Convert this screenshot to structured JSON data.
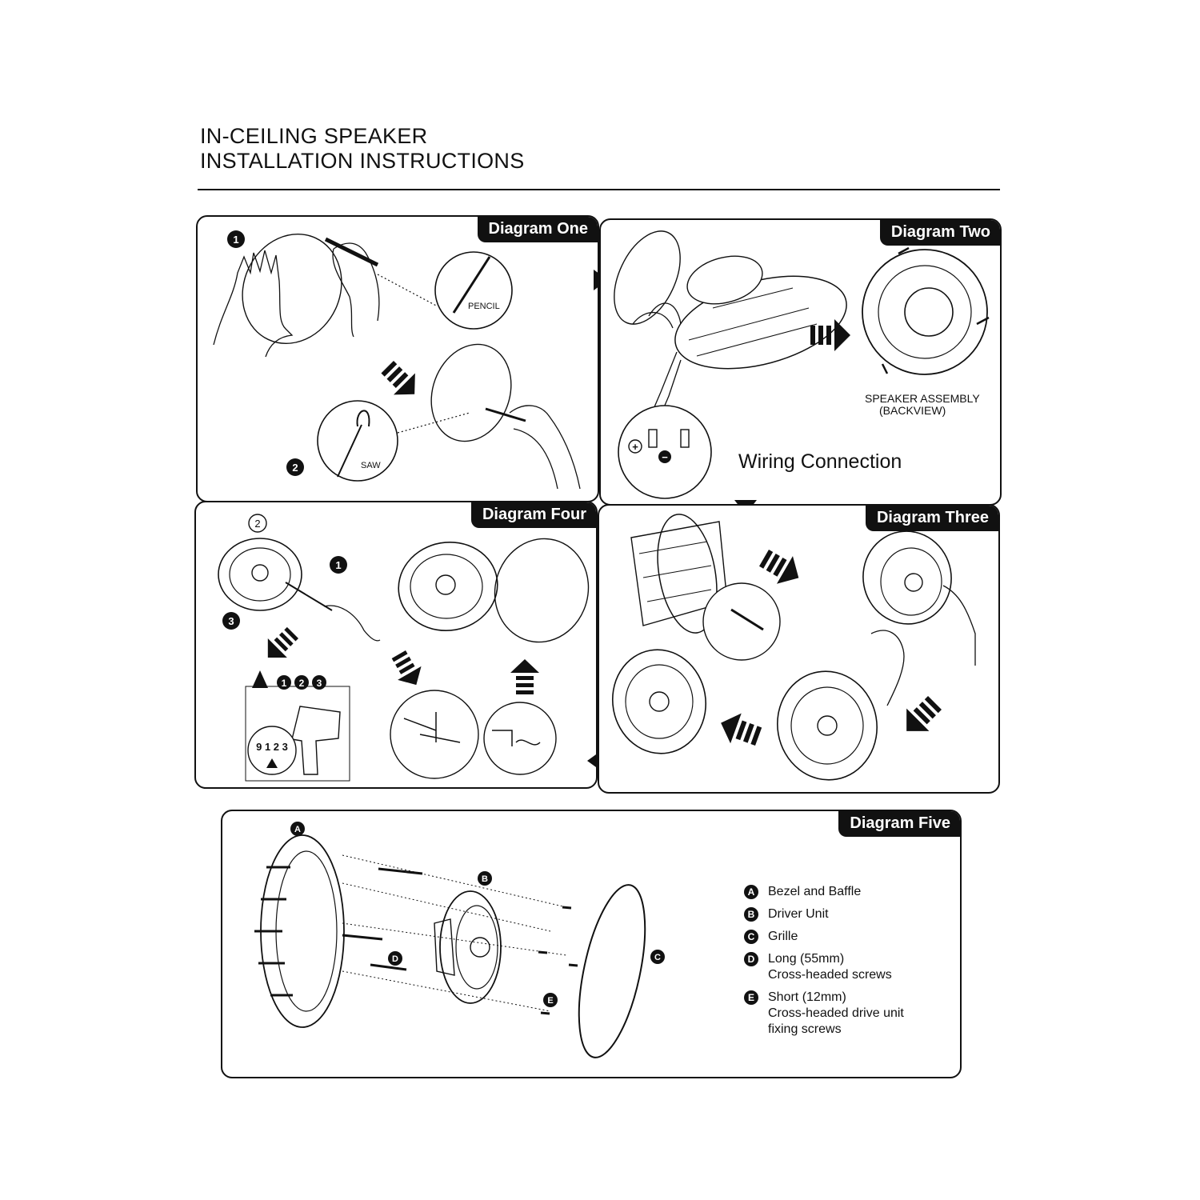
{
  "title": {
    "line1": "IN-CEILING SPEAKER",
    "line2": "INSTALLATION INSTRUCTIONS"
  },
  "diagram_one": {
    "tab": "Diagram One",
    "step_1": "1",
    "step_2": "2",
    "pencil_label": "PENCIL",
    "saw_label": "SAW"
  },
  "diagram_two": {
    "tab": "Diagram Two",
    "assembly_label_1": "SPEAKER ASSEMBLY",
    "assembly_label_2": "(BACKVIEW)",
    "wiring_label": "Wiring Connection",
    "plus": "+",
    "minus": "−"
  },
  "diagram_three": {
    "tab": "Diagram Three"
  },
  "diagram_four": {
    "tab": "Diagram Four",
    "step_1": "1",
    "step_2": "2",
    "step_3": "3",
    "warning_1": "1",
    "warning_2": "2",
    "warning_3": "3",
    "dial_text": "9 1 2 3"
  },
  "diagram_five": {
    "tab": "Diagram Five",
    "callout_a": "A",
    "callout_b": "B",
    "callout_c": "C",
    "callout_d": "D",
    "callout_e": "E",
    "legend": [
      {
        "key": "A",
        "text": [
          "Bezel and Baffle"
        ]
      },
      {
        "key": "B",
        "text": [
          "Driver Unit"
        ]
      },
      {
        "key": "C",
        "text": [
          "Grille"
        ]
      },
      {
        "key": "D",
        "text": [
          "Long (55mm)",
          "Cross-headed screws"
        ]
      },
      {
        "key": "E",
        "text": [
          "Short (12mm)",
          "Cross-headed drive unit",
          "fixing screws"
        ]
      }
    ]
  }
}
